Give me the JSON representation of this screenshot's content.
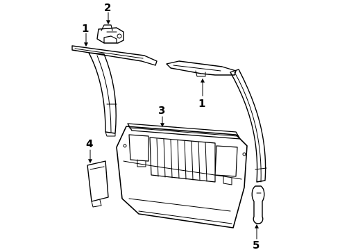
{
  "diagram": {
    "callouts": {
      "c1_left": "1",
      "c2": "2",
      "c3": "3",
      "c1_right": "1",
      "c4": "4",
      "c5": "5"
    }
  }
}
